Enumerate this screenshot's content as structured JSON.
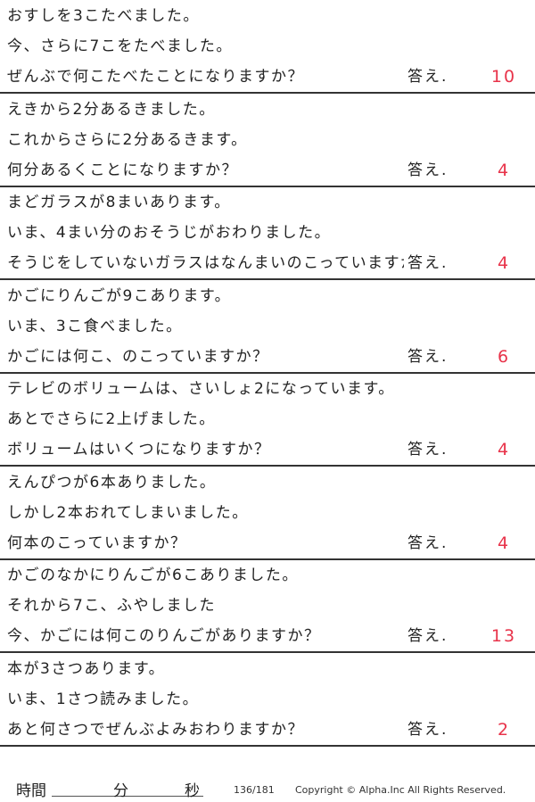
{
  "answer_label": "答え.",
  "problems": [
    {
      "lines": [
        "おすしを3こたべました。",
        "今、さらに7こをたべました。",
        "ぜんぶで何こたべたことになりますか？"
      ],
      "answer": "10"
    },
    {
      "lines": [
        "えきから2分あるきました。",
        "これからさらに2分あるきます。",
        "何分あるくことになりますか？"
      ],
      "answer": "4"
    },
    {
      "lines": [
        "まどガラスが8まいあります。",
        "いま、4まい分のおそうじがおわりました。",
        "そうじをしていないガラスはなんまいのこっていますか？"
      ],
      "answer": "4"
    },
    {
      "lines": [
        "かごにりんごが9こあります。",
        "いま、3こ食べました。",
        "かごには何こ、のこっていますか？"
      ],
      "answer": "6"
    },
    {
      "lines": [
        "テレビのボリュームは、さいしょ2になっています。",
        "あとでさらに2上げました。",
        "ボリュームはいくつになりますか？"
      ],
      "answer": "4"
    },
    {
      "lines": [
        "えんぴつが6本ありました。",
        "しかし2本おれてしまいました。",
        "何本のこっていますか？"
      ],
      "answer": "4"
    },
    {
      "lines": [
        "かごのなかにりんごが6こありました。",
        "それから7こ、ふやしました",
        "今、かごには何このりんごがありますか？"
      ],
      "answer": "13"
    },
    {
      "lines": [
        "本が3さつあります。",
        "いま、1さつ読みました。",
        "あと何さつでぜんぶよみおわりますか？"
      ],
      "answer": "2"
    }
  ],
  "footer": {
    "time_label": "時間",
    "minutes_label": "分",
    "seconds_label": "秒",
    "page": "136/181",
    "copyright": "Copyright ©  Alpha.Inc All Rights Reserved."
  }
}
